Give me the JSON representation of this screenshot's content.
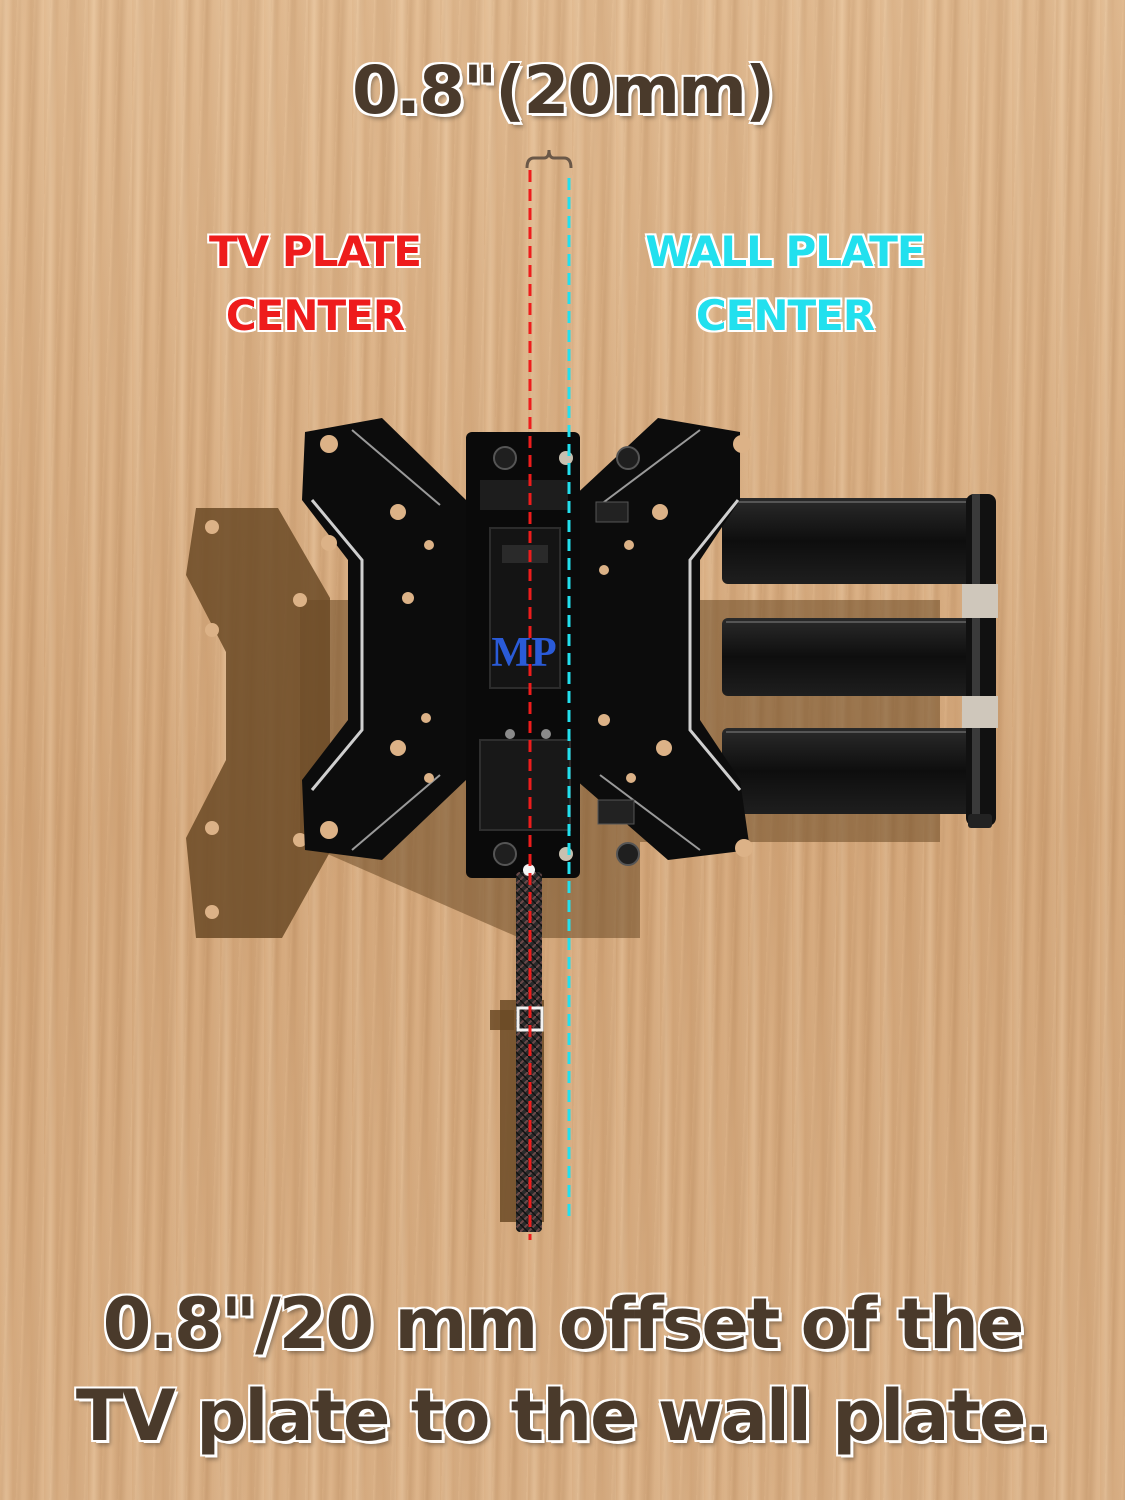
{
  "colors": {
    "text_dark": "#4a3a2b",
    "tv_plate": "#ee1c1c",
    "wall_plate": "#22e0ee",
    "mount_black": "#0c0c0c",
    "logo_blue": "#2a5bd8"
  },
  "dimension_label": "0.8\"(20mm)",
  "labels": {
    "tv_plate_center": [
      "TV PLATE",
      "CENTER"
    ],
    "wall_plate_center": [
      "WALL PLATE",
      "CENTER"
    ]
  },
  "caption": {
    "line1": "0.8\"/20 mm offset of the",
    "line2": "TV plate to the wall plate."
  },
  "logo": {
    "icon": "brand-logo-icon",
    "text": "MP"
  }
}
